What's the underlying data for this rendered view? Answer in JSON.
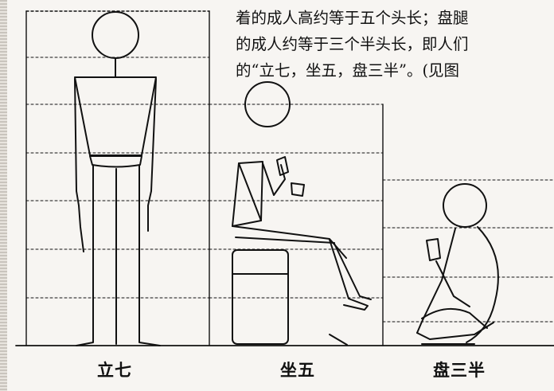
{
  "text_lines": [
    "着的成人高约等于五个头长；盘腿",
    "的成人约等于三个半头长，即人们",
    "的“立七，坐五，盘三半”。(见图"
  ],
  "captions": {
    "standing": "立七",
    "sitting": "坐五",
    "crosslegged": "盘三半"
  }
}
